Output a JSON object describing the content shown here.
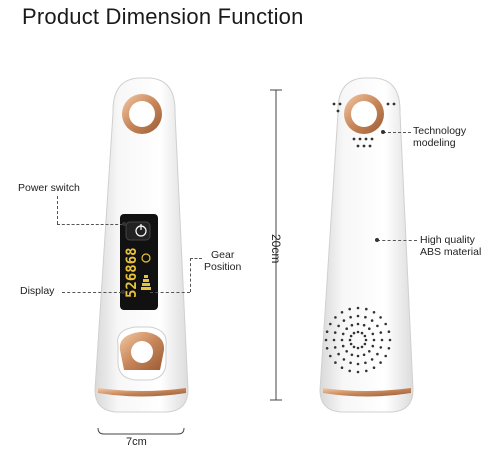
{
  "title": "Product Dimension Function",
  "labels": {
    "power_switch": "Power switch",
    "display": "Display",
    "gear_position": "Gear\nPosition",
    "gear_line1": "Gear",
    "gear_line2": "Position",
    "technology_line1": "Technology",
    "technology_line2": "modeling",
    "abs_line1": "High quality",
    "abs_line2": "ABS material"
  },
  "dimensions": {
    "width": "7cm",
    "height": "20cm"
  },
  "device_display": {
    "counter": "526868"
  },
  "colors": {
    "device_body": "#f3f3f3",
    "accent_gold": "#c8875a",
    "screen": "#111111",
    "display_text": "#e8c23a"
  }
}
